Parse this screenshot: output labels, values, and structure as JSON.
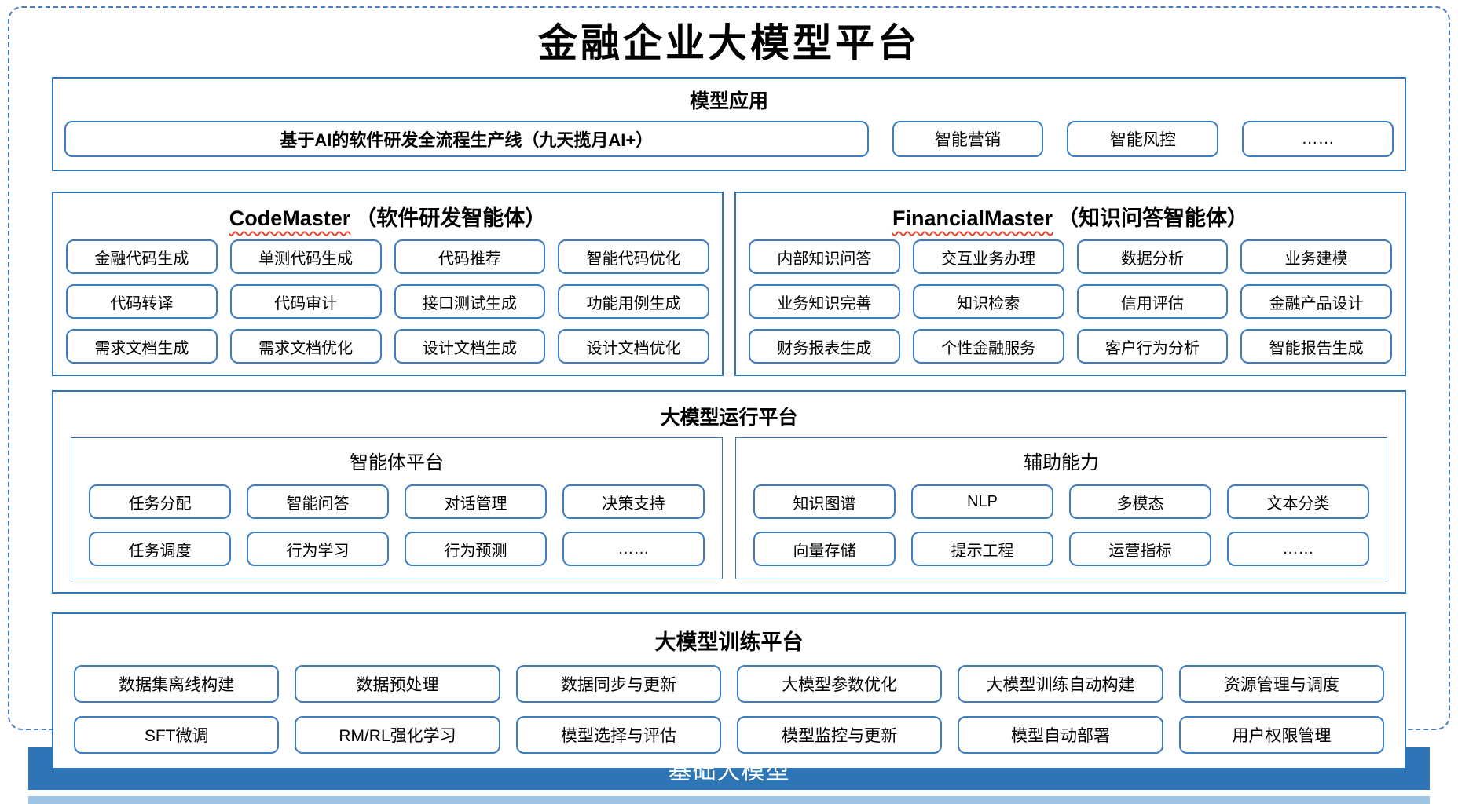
{
  "title": "金融企业大模型平台",
  "model_app": {
    "title": "模型应用",
    "wide_item": "基于AI的软件研发全流程生产线（九天揽月AI+）",
    "items": [
      "智能营销",
      "智能风控",
      "……"
    ]
  },
  "code_master": {
    "title_en": "CodeMaster",
    "title_zh": "（软件研发智能体）",
    "items": [
      "金融代码生成",
      "单测代码生成",
      "代码推荐",
      "智能代码优化",
      "代码转译",
      "代码审计",
      "接口测试生成",
      "功能用例生成",
      "需求文档生成",
      "需求文档优化",
      "设计文档生成",
      "设计文档优化"
    ]
  },
  "financial_master": {
    "title_en": "FinancialMaster",
    "title_zh": "（知识问答智能体）",
    "items": [
      "内部知识问答",
      "交互业务办理",
      "数据分析",
      "业务建模",
      "业务知识完善",
      "知识检索",
      "信用评估",
      "金融产品设计",
      "财务报表生成",
      "个性金融服务",
      "客户行为分析",
      "智能报告生成"
    ]
  },
  "runtime": {
    "title": "大模型运行平台",
    "agent_platform": {
      "title": "智能体平台",
      "items": [
        "任务分配",
        "智能问答",
        "对话管理",
        "决策支持",
        "任务调度",
        "行为学习",
        "行为预测",
        "……"
      ]
    },
    "aux": {
      "title": "辅助能力",
      "items": [
        "知识图谱",
        "NLP",
        "多模态",
        "文本分类",
        "向量存储",
        "提示工程",
        "运营指标",
        "……"
      ]
    }
  },
  "training": {
    "title": "大模型训练平台",
    "items": [
      "数据集离线构建",
      "数据预处理",
      "数据同步与更新",
      "大模型参数优化",
      "大模型训练自动构建",
      "资源管理与调度",
      "SFT微调",
      "RM/RL强化学习",
      "模型选择与评估",
      "模型监控与更新",
      "模型自动部署",
      "用户权限管理"
    ]
  },
  "foundation": {
    "title": "基础大模型"
  },
  "colors": {
    "box_border_blue": "#2E75B6",
    "pill_border_blue": "#3C7CC0",
    "dashed_frame_blue": "#4A7EBB",
    "foundation_bar_blue": "#2E75B6",
    "bottom_strip_light_blue": "#9DC3E6",
    "spellcheck_wavy_red": "#E8442E",
    "title_text": "#000000"
  }
}
